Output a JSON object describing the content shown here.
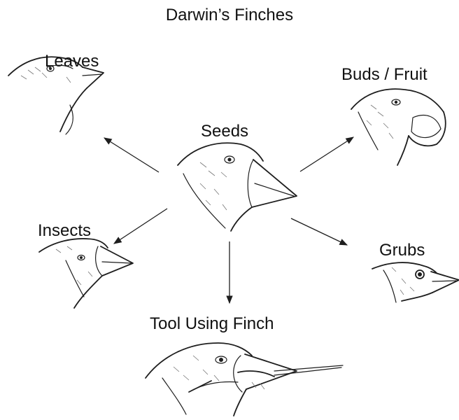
{
  "title": "Darwin’s Finches",
  "labels": {
    "center": "Seeds",
    "leaves": "Leaves",
    "buds_fruit": "Buds / Fruit",
    "insects": "Insects",
    "grubs": "Grubs",
    "tool_using": "Tool Using Finch"
  },
  "colors": {
    "ink": "#1e1e1e",
    "background": "#ffffff"
  }
}
